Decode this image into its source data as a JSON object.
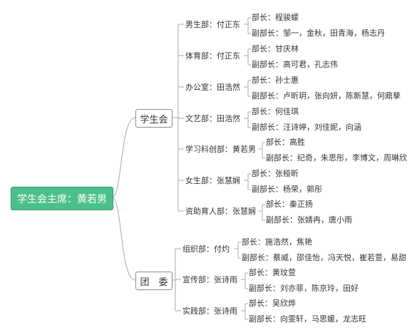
{
  "root": "学生会主席：黄若男",
  "branches": [
    {
      "label": "学生会",
      "departments": [
        {
          "name": "男生部：付正东",
          "chief": "部长：程骏蠓",
          "vice": "副部长：邹一，金秋，田青海，杨志丹"
        },
        {
          "name": "体育部：付正东",
          "chief": "部长：甘庆林",
          "vice": "副部长：高可君，孔志伟"
        },
        {
          "name": "办公室：田浩然",
          "chief": "部长：孙士惠",
          "vice": "副部长：卢昕玥，张向妍，陈新慧，何鼎孳"
        },
        {
          "name": "文艺部：田浩然",
          "chief": "部长：何佳琪",
          "vice": "副部长：汪诗婷，刘佳妮，向涵"
        },
        {
          "name": "学习科创部：黄若男",
          "chief": "部长：高胜",
          "vice": "副部长：纪奇，朱思彤，李博文，周琳欣"
        },
        {
          "name": "女生部：张慧娴",
          "chief": "部长：张桠昕",
          "vice": "副部长：杨荣，郭彤"
        },
        {
          "name": "资助育人部：张慧娴",
          "chief": "部长：秦正扬",
          "vice": "副部长：张婧冉，唐小雨"
        }
      ]
    },
    {
      "label": "团　委",
      "departments": [
        {
          "name": "组织部：付灼",
          "chief": "部长：施浩然，焦艳",
          "vice": "副部长：蔡威，邵佳怡，冯天悦，崔若萱，易甜"
        },
        {
          "name": "宣传部：张诗雨",
          "chief": "部长：黄玟萱",
          "vice": "副部长：刘亦菲，陈京玲，田好"
        },
        {
          "name": "实践部：张诗雨",
          "chief": "部长：吴欣烨",
          "vice": "副部长：向雯轩，马思媛，龙志旺"
        }
      ]
    }
  ]
}
